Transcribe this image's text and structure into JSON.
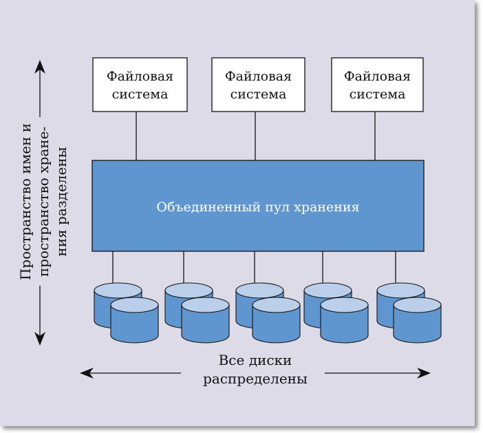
{
  "diagram": {
    "file_systems": [
      {
        "line1": "Файловая",
        "line2": "система"
      },
      {
        "line1": "Файловая",
        "line2": "система"
      },
      {
        "line1": "Файловая",
        "line2": "система"
      }
    ],
    "pool_label": "Объединенный пул хранения",
    "disk_groups": 5,
    "disks_per_group": 2,
    "vertical_label": {
      "line1": "Пространство имен и",
      "line2": "пространство хране-",
      "line3": "ния разделены"
    },
    "horizontal_label": {
      "line1": "Все диски",
      "line2": "распределены"
    },
    "colors": {
      "background": "#dddbe7",
      "pool_fill": "#6096cf",
      "disk_side": "#6096cf",
      "disk_top": "#bccfea",
      "box_fill": "#ffffff",
      "stroke": "#111111"
    }
  }
}
